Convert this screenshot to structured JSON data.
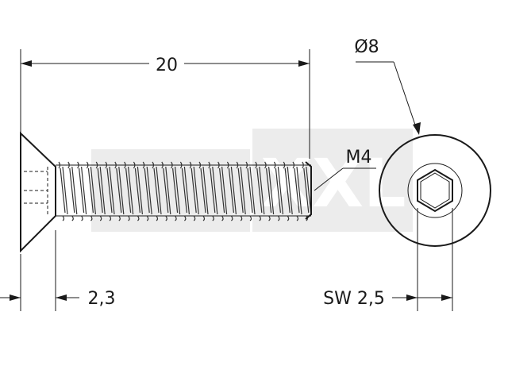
{
  "drawing": {
    "colors": {
      "line": "#1a1a1a",
      "watermark": "#dcdcdc",
      "background": "#ffffff"
    },
    "watermark_text": "XXL",
    "dimensions": {
      "length": "20",
      "head_depth": "2,3",
      "head_diameter": "Ø8",
      "thread": "M4",
      "wrench_size": "SW 2,5"
    },
    "icons": [
      "hex-socket-icon"
    ]
  }
}
